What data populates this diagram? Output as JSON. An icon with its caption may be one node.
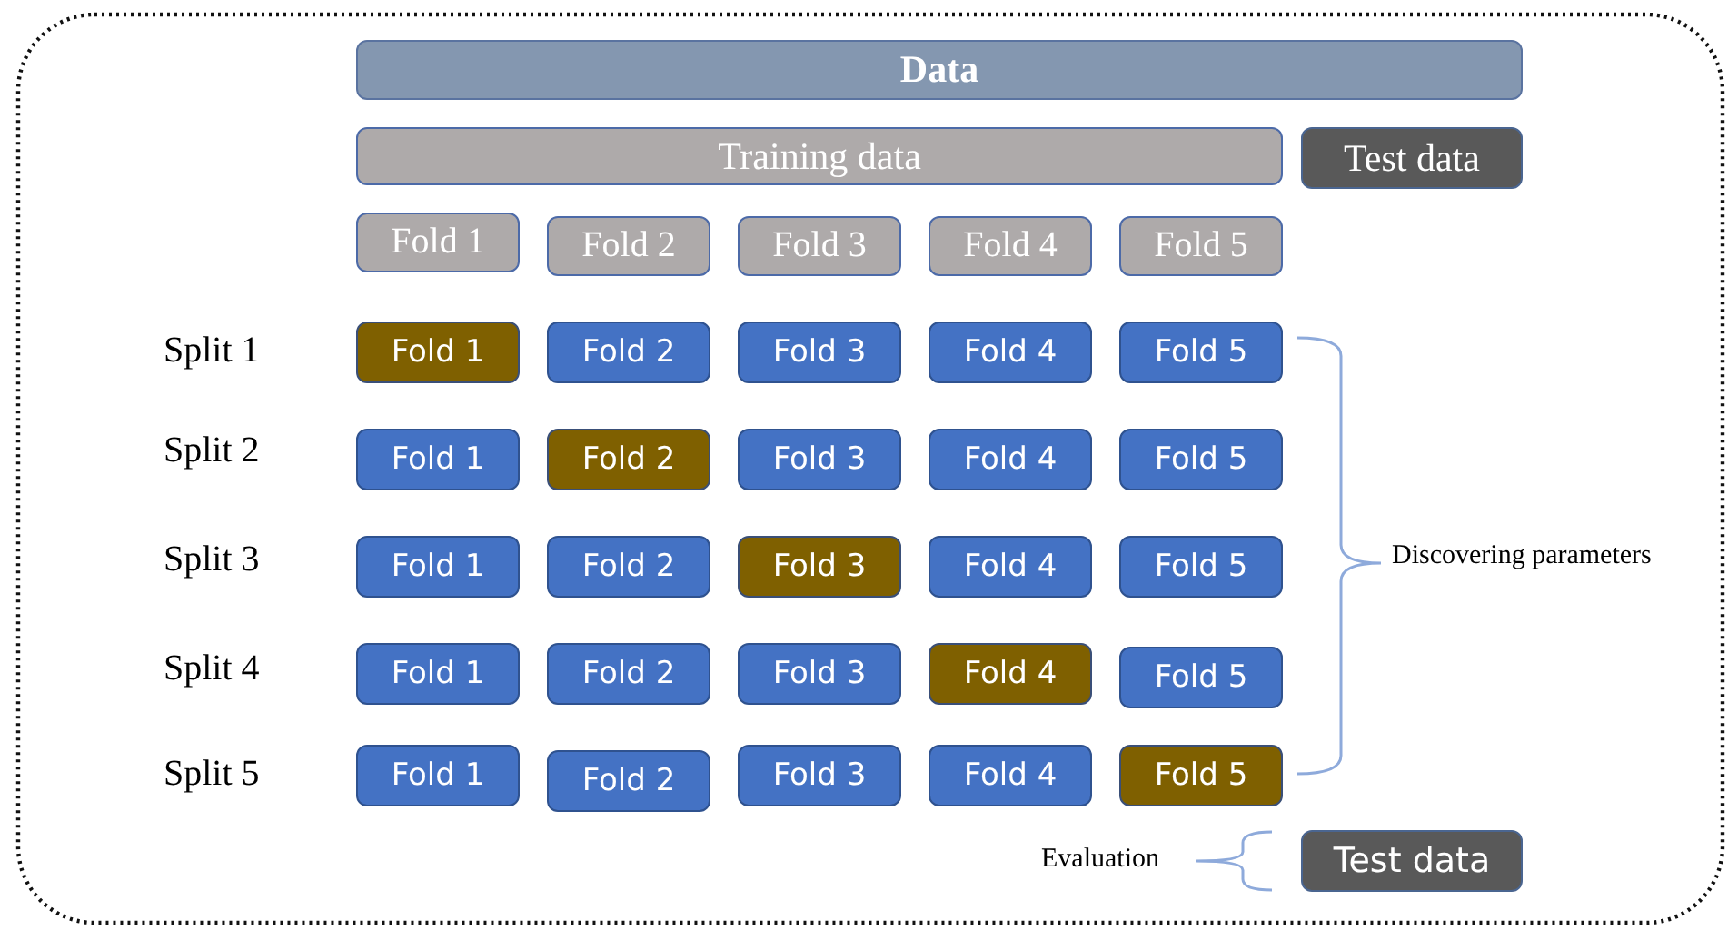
{
  "diagram": {
    "nodes": [
      {
        "text": [
          "Data"
        ]
      },
      {
        "text": [
          "Training data"
        ]
      },
      {
        "text": [
          "Test data"
        ]
      },
      {
        "text": [
          "Fold 1"
        ]
      },
      {
        "text": [
          "Fold 2"
        ]
      },
      {
        "text": [
          "Fold 3"
        ]
      },
      {
        "text": [
          "Fold 4"
        ]
      },
      {
        "text": [
          "Fold 5"
        ]
      },
      {
        "text": [
          "Fold 1"
        ]
      },
      {
        "text": [
          "Fold 2"
        ]
      },
      {
        "text": [
          "Fold 3"
        ]
      },
      {
        "text": [
          "Fold 4"
        ]
      },
      {
        "text": [
          "Fold 5"
        ]
      },
      {
        "text": [
          "Fold 1"
        ]
      },
      {
        "text": [
          "Fold 2"
        ]
      },
      {
        "text": [
          "Fold 3"
        ]
      },
      {
        "text": [
          "Fold 4"
        ]
      },
      {
        "text": [
          "Fold 5"
        ]
      },
      {
        "text": [
          "Fold 1"
        ]
      },
      {
        "text": [
          "Fold 2"
        ]
      },
      {
        "text": [
          "Fold 3"
        ]
      },
      {
        "text": [
          "Fold 4"
        ]
      },
      {
        "text": [
          "Fold 5"
        ]
      },
      {
        "text": [
          "Fold 1"
        ]
      },
      {
        "text": [
          "Fold 2"
        ]
      },
      {
        "text": [
          "Fold 3"
        ]
      },
      {
        "text": [
          "Fold 4"
        ]
      },
      {
        "text": [
          "Fold 5"
        ]
      },
      {
        "text": [
          "Fold 1"
        ]
      },
      {
        "text": [
          "Fold 2"
        ]
      },
      {
        "text": [
          "Fold 3"
        ]
      },
      {
        "text": [
          "Fold 4"
        ]
      },
      {
        "text": [
          "Fold 5"
        ]
      },
      {
        "text": [
          "Test data"
        ]
      }
    ],
    "labels": [
      "Split 1",
      "Split 2",
      "Split 3",
      "Split 4",
      "Split 5",
      "Discovering parameters",
      "Evaluation"
    ]
  }
}
